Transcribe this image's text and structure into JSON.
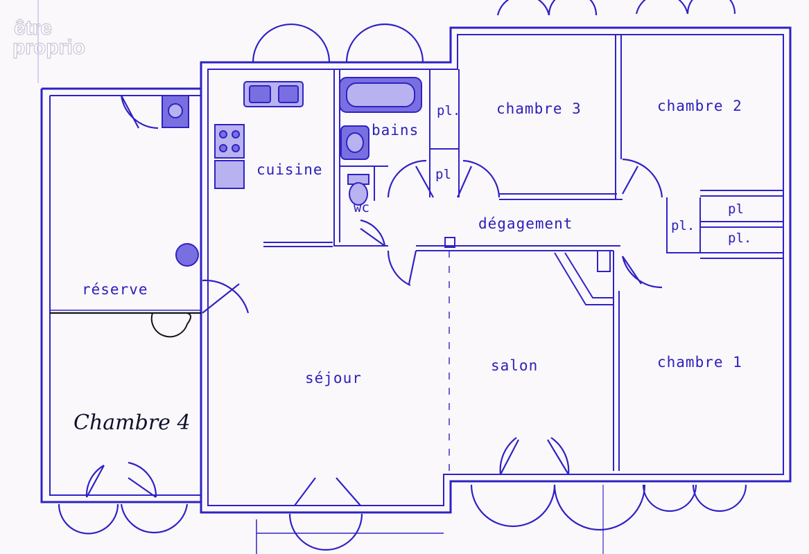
{
  "watermark": {
    "line1": "être",
    "line2": "proprio"
  },
  "rooms": {
    "chambre3": "chambre 3",
    "chambre2": "chambre 2",
    "chambre1": "chambre 1",
    "chambre4": "Chambre 4",
    "cuisine": "cuisine",
    "bains": "bains",
    "wc": "wc",
    "pl1": "pl.",
    "pl2": "pl",
    "pl3": "pl.",
    "pl4": "pl",
    "pl5": "pl.",
    "degagement": "dégagement",
    "reserve": "réserve",
    "sejour": "séjour",
    "salon": "salon"
  },
  "colors": {
    "ink": "#2e22c4",
    "paper": "#fbf8fc",
    "fixture": "#7a6fe0"
  }
}
